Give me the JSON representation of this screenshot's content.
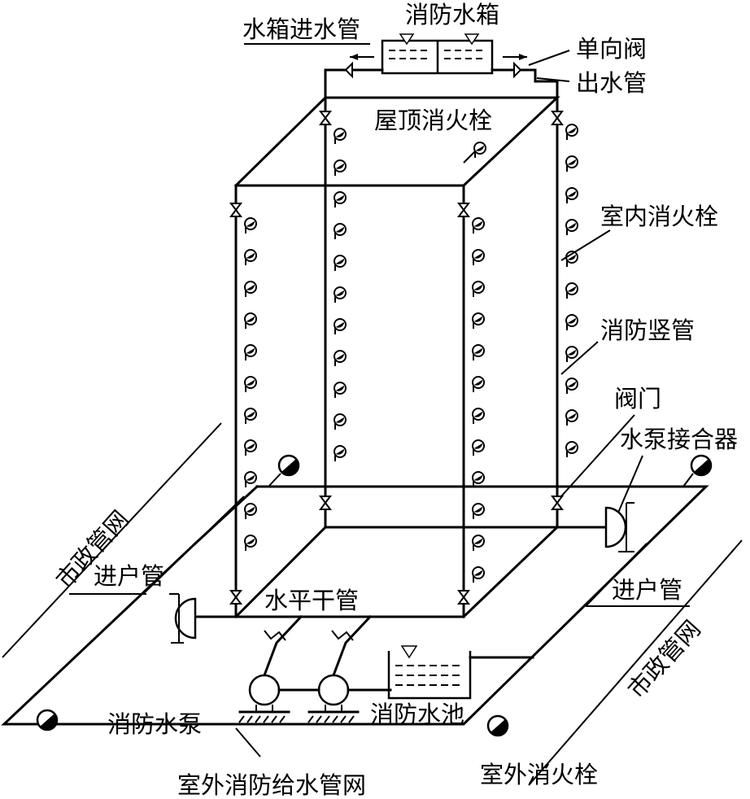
{
  "labels": {
    "tank_inlet": "水箱进水管",
    "fire_tank": "消防水箱",
    "check_valve": "单向阀",
    "outlet_pipe": "出水管",
    "roof_hydrant": "屋顶消火栓",
    "indoor_hydrant": "室内消火栓",
    "riser": "消防竖管",
    "valve": "阀门",
    "pump_adapter": "水泵接合器",
    "municipal_left": "市政管网",
    "service_left": "进户管",
    "main_horizontal": "水平干管",
    "service_right": "进户管",
    "municipal_right": "市政管网",
    "fire_pump": "消防水泵",
    "fire_pool": "消防水池",
    "outdoor_hydrant": "室外消火栓",
    "outdoor_network": "室外消防给水管网"
  },
  "colors": {
    "line": "#000000",
    "background": "#ffffff"
  }
}
